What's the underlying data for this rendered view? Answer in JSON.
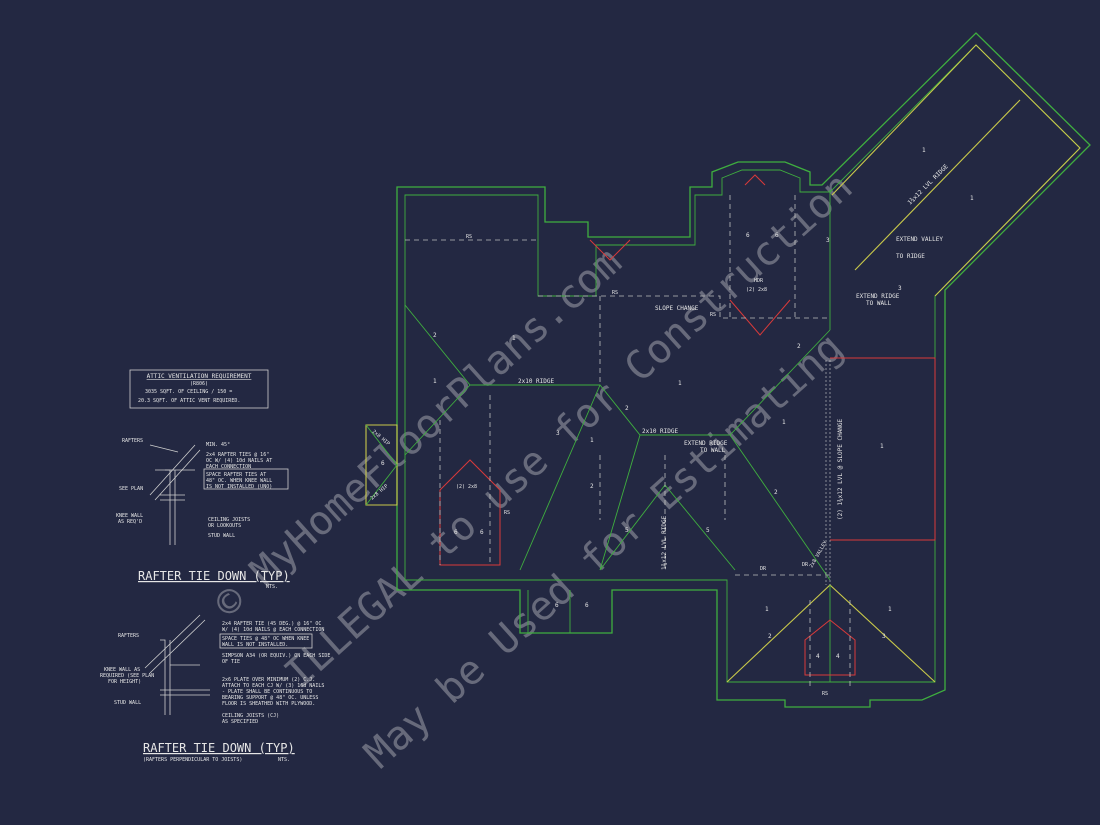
{
  "title_main": "RAFTER TIE DOWN (TYP)",
  "title_perp": "RAFTER TIE DOWN (TYP)",
  "title_perp_sub": "(RAFTERS PERPENDICULAR TO JOISTS)",
  "nts": "NTS.",
  "attic": {
    "title": "ATTIC VENTILATION REQUIREMENT",
    "code": "(R806)",
    "line1": "3035  SQFT. OF CEILING / 150 =",
    "line2": "20.3  SQFT. OF ATTIC VENT REQUIRED."
  },
  "detail1": {
    "rafters": "RAFTERS",
    "min45": "MIN. 45°",
    "tie_note_1": "2x4 RAFTER TIES @ 16\"",
    "tie_note_2": "OC W/ (4) 10d NAILS AT",
    "tie_note_3": "EACH CONNECTION",
    "space_1": "SPACE RAFTER TIES AT",
    "space_2": "48\" OC. WHEN KNEE WALL",
    "space_3": "IS NOT INSTALLED (UNO)",
    "see_plan": "SEE PLAN",
    "knee_1": "KNEE WALL",
    "knee_2": "AS REQ'D",
    "ceiling_1": "CEILING JOISTS",
    "ceiling_2": "OR LOOKOUTS",
    "stud": "STUD WALL"
  },
  "detail2": {
    "rafters": "RAFTERS",
    "tie_1": "2x4 RAFTER TIE (45 DEG.) @ 16\" OC",
    "tie_2": "W/ (4) 10d NAILS @ EACH CONNECTION",
    "space_1": "SPACE TIES @ 48\" OC WHEN KNEE",
    "space_2": "WALL IS NOT INSTALLED.",
    "simpson_1": "SIMPSON A34 (OR EQUIV.) ON EACH SIDE",
    "simpson_2": "OF TIE",
    "knee_1": "KNEE WALL AS",
    "knee_2": "REQUIRED (SEE PLAN",
    "knee_3": "FOR HEIGHT)",
    "plate_1": "2x6 PLATE OVER MINIMUM (2) C.J.",
    "plate_2": "ATTACH TO EACH CJ W/ (3) 16d NAILS",
    "plate_3": "- PLATE SHALL BE CONTINUOUS TO",
    "plate_4": "BEARING SUPPORT @ 48\" OC. UNLESS",
    "plate_5": "FLOOR IS SHEATHED WITH PLYWOOD.",
    "ceiling_1": "CEILING JOISTS (CJ)",
    "ceiling_2": "AS SPECIFIED",
    "stud": "STUD WALL"
  },
  "plan": {
    "rs": "RS",
    "slope_change": "SLOPE CHANGE",
    "ridge_2x10_a": "2x10 RIDGE",
    "ridge_2x10_b": "2x10 RIDGE",
    "ridge_2x8_a": "(2) 2x8",
    "ridge_2x8_b": "(2) 2x8",
    "hdr": "HDR",
    "dr": "DR",
    "extend_valley_1": "EXTEND VALLEY",
    "extend_valley_2": "TO RIDGE",
    "extend_ridge_wall_1": "EXTEND RIDGE",
    "extend_ridge_wall_2": "TO WALL",
    "extend_ridge_wall_b1": "EXTEND RIDGE",
    "extend_ridge_wall_b2": "TO WALL",
    "lvl_ridge_top": "1¾x12 LVL RIDGE",
    "lvl_ridge_mid": "1¾x12 LVL RIDGE",
    "lvl_slope": "(2) 1¾x12 LVL @ SLOPE CHANGE",
    "valley_2x8": "2x8 VALLEY",
    "hip_2x8_a": "2x8 HIP",
    "hip_2x8_b": "2x8 HIP",
    "n1": "1",
    "n2": "2",
    "n3": "3",
    "n4": "4",
    "n5": "5",
    "n6": "6"
  },
  "watermark": {
    "line1": "© MyHomeFloorPlans.com",
    "line2": "ILLEGAL to use for Construction",
    "line3": "May be Used for Estimating"
  },
  "colors": {
    "background": "#232842",
    "roof_outline": "#3fae3f",
    "hip_lines": "#c9c94a",
    "framing": "#d83a3a",
    "text": "#e6e6e6"
  }
}
